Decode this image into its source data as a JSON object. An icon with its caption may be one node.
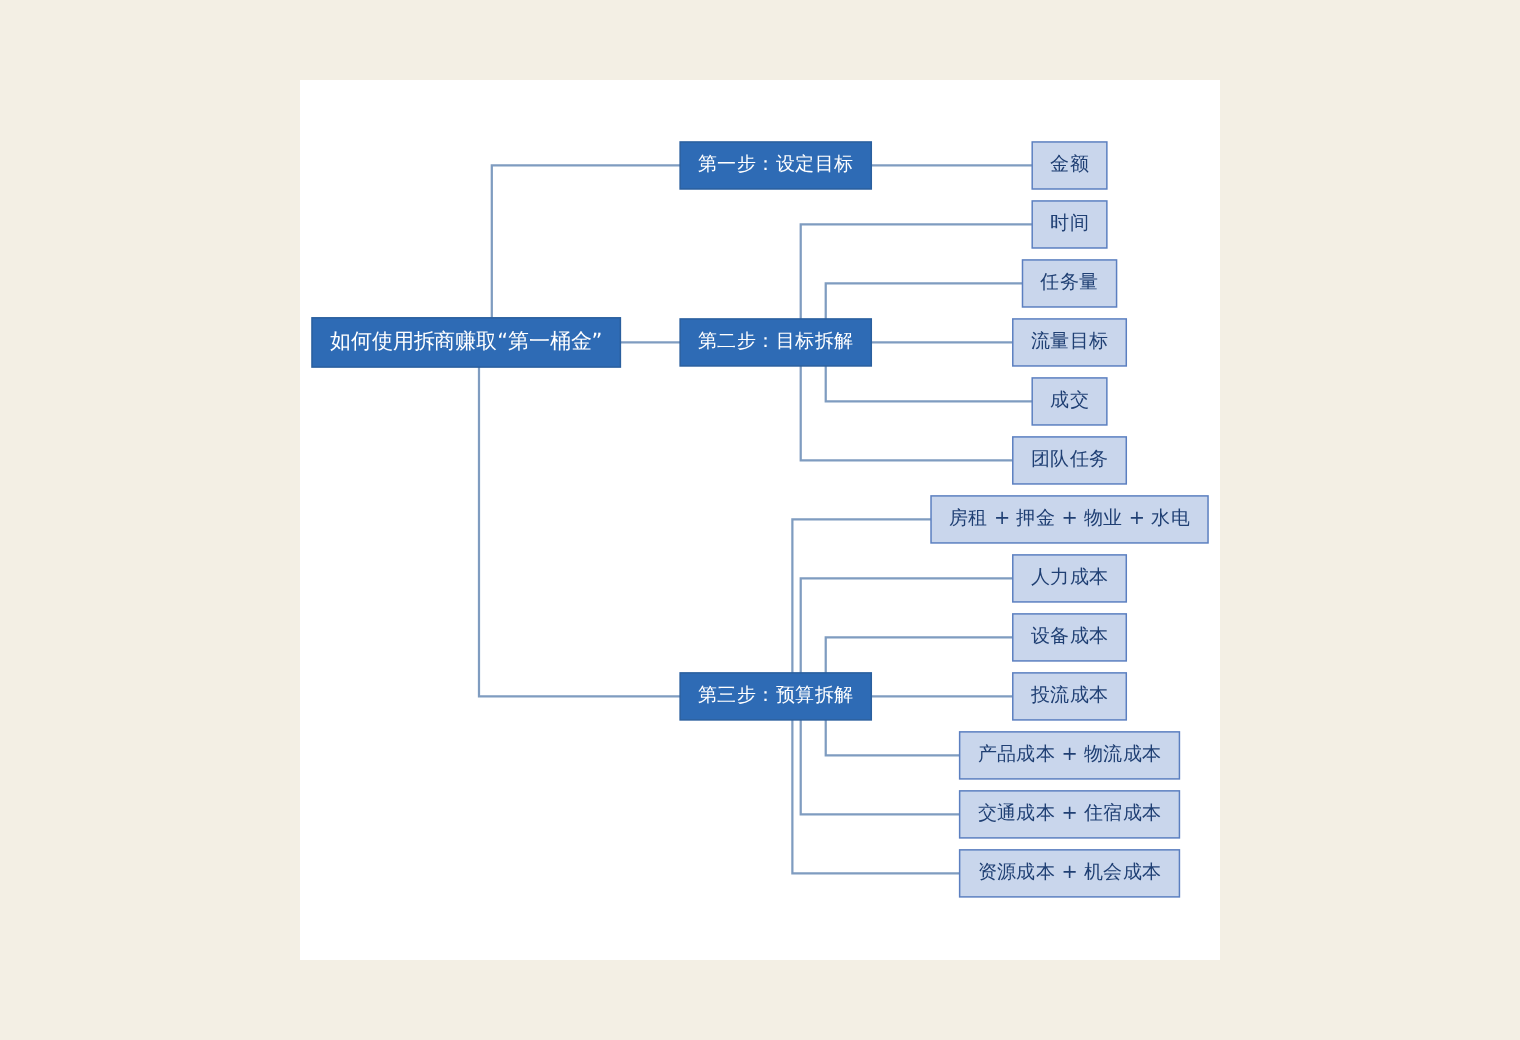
{
  "diagram": {
    "nodes": [
      {
        "text": [
          "如何使用拆商赚取“第一桶金”"
        ]
      },
      {
        "text": [
          "第一步：设定目标"
        ]
      },
      {
        "text": [
          "金额"
        ]
      },
      {
        "text": [
          "第二步：目标拆解"
        ]
      },
      {
        "text": [
          "时间"
        ]
      },
      {
        "text": [
          "任务量"
        ]
      },
      {
        "text": [
          "流量目标"
        ]
      },
      {
        "text": [
          "成交"
        ]
      },
      {
        "text": [
          "团队任务"
        ]
      },
      {
        "text": [
          "第三步：预算拆解"
        ]
      },
      {
        "text": [
          "房租 + 押金 + 物业 + 水电"
        ]
      },
      {
        "text": [
          "人力成本"
        ]
      },
      {
        "text": [
          "设备成本"
        ]
      },
      {
        "text": [
          "投流成本"
        ]
      },
      {
        "text": [
          "产品成本 + 物流成本"
        ]
      },
      {
        "text": [
          "交通成本 + 住宿成本"
        ]
      },
      {
        "text": [
          "资源成本 + 机会成本"
        ]
      }
    ],
    "edges": [
      {
        "from": 0,
        "to": 1,
        "arrow": "none"
      },
      {
        "from": 1,
        "to": 2,
        "arrow": "none"
      },
      {
        "from": 0,
        "to": 3,
        "arrow": "none"
      },
      {
        "from": 3,
        "to": 4,
        "arrow": "none"
      },
      {
        "from": 3,
        "to": 5,
        "arrow": "none"
      },
      {
        "from": 3,
        "to": 6,
        "arrow": "none"
      },
      {
        "from": 3,
        "to": 7,
        "arrow": "none"
      },
      {
        "from": 3,
        "to": 8,
        "arrow": "none"
      },
      {
        "from": 0,
        "to": 9,
        "arrow": "none"
      },
      {
        "from": 9,
        "to": 10,
        "arrow": "none"
      },
      {
        "from": 9,
        "to": 11,
        "arrow": "none"
      },
      {
        "from": 9,
        "to": 12,
        "arrow": "none"
      },
      {
        "from": 9,
        "to": 13,
        "arrow": "none"
      },
      {
        "from": 9,
        "to": 14,
        "arrow": "none"
      },
      {
        "from": 9,
        "to": 15,
        "arrow": "none"
      },
      {
        "from": 9,
        "to": 16,
        "arrow": "none"
      }
    ]
  }
}
